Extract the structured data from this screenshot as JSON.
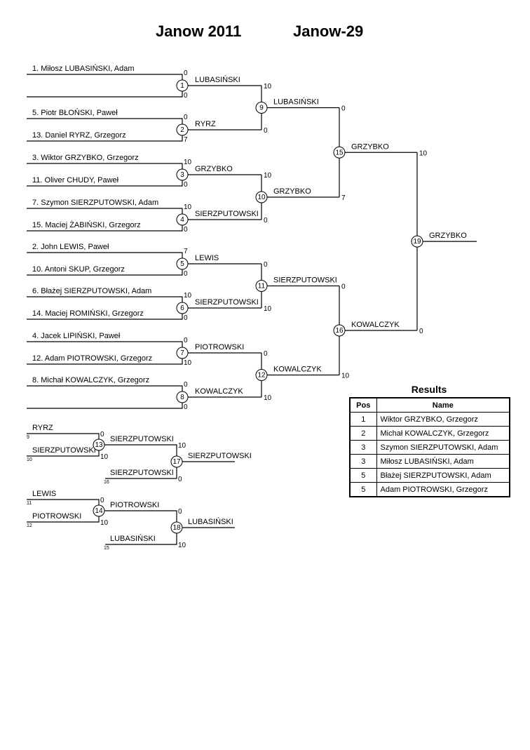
{
  "title": "Janow 2011",
  "event": "Janow-29",
  "players": [
    "1. Miłosz LUBASIŃSKI, Adam",
    "5. Piotr BŁOŃSKI, Paweł",
    "13. Daniel RYRZ, Grzegorz",
    "3. Wiktor GRZYBKO, Grzegorz",
    "11. Oliver CHUDY, Paweł",
    "7. Szymon SIERZPUTOWSKI, Adam",
    "15. Maciej ŻABIŃSKI, Grzegorz",
    "2. John LEWIS, Paweł",
    "10. Antoni SKUP, Grzegorz",
    "6. Błażej SIERZPUTOWSKI, Adam",
    "14. Maciej ROMIŃSKI, Grzegorz",
    "4. Jacek LIPIŃSKI, Paweł",
    "12. Adam PIOTROWSKI, Grzegorz",
    "8. Michał KOWALCZYK, Grzegorz"
  ],
  "matches": [
    {
      "num": "1",
      "winner": "LUBASIŃSKI",
      "score_top": "0",
      "score_bottom": "0"
    },
    {
      "num": "2",
      "winner": "RYRZ",
      "score_top": "0",
      "score_bottom": "7"
    },
    {
      "num": "3",
      "winner": "GRZYBKO",
      "score_top": "10",
      "score_bottom": "0"
    },
    {
      "num": "4",
      "winner": "SIERZPUTOWSKI",
      "score_top": "10",
      "score_bottom": "0"
    },
    {
      "num": "5",
      "winner": "LEWIS",
      "score_top": "7",
      "score_bottom": "0"
    },
    {
      "num": "6",
      "winner": "SIERZPUTOWSKI",
      "score_top": "10",
      "score_bottom": "0"
    },
    {
      "num": "7",
      "winner": "PIOTROWSKI",
      "score_top": "0",
      "score_bottom": "10"
    },
    {
      "num": "8",
      "winner": "KOWALCZYK",
      "score_top": "0",
      "score_bottom": "0"
    },
    {
      "num": "9",
      "winner": "LUBASIŃSKI",
      "score_top": "10",
      "score_bottom": "0"
    },
    {
      "num": "10",
      "winner": "GRZYBKO",
      "score_top": "10",
      "score_bottom": "0"
    },
    {
      "num": "11",
      "winner": "SIERZPUTOWSKI",
      "score_top": "0",
      "score_bottom": "10"
    },
    {
      "num": "12",
      "winner": "KOWALCZYK",
      "score_top": "0",
      "score_bottom": "10"
    },
    {
      "num": "15",
      "winner": "GRZYBKO",
      "score_top": "0",
      "score_bottom": "7"
    },
    {
      "num": "16",
      "winner": "KOWALCZYK",
      "score_top": "0",
      "score_bottom": "10"
    },
    {
      "num": "19",
      "winner": "GRZYBKO",
      "score_top": "10",
      "score_bottom": "0"
    }
  ],
  "repechage": {
    "m13": {
      "num": "13",
      "top_name": "RYRZ",
      "top_ref": "9",
      "bottom_name": "SIERZPUTOWSKI",
      "bottom_ref": "10",
      "score_top": "0",
      "score_bottom": "10",
      "winner": "SIERZPUTOWSKI"
    },
    "m17": {
      "num": "17",
      "bottom_name": "SIERZPUTOWSKI",
      "bottom_ref": "16",
      "score_top": "10",
      "score_bottom": "0",
      "winner": "SIERZPUTOWSKI"
    },
    "m14": {
      "num": "14",
      "top_name": "LEWIS",
      "top_ref": "11",
      "bottom_name": "PIOTROWSKI",
      "bottom_ref": "12",
      "score_top": "0",
      "score_bottom": "10",
      "winner": "PIOTROWSKI"
    },
    "m18": {
      "num": "18",
      "bottom_name": "LUBASIŃSKI",
      "bottom_ref": "15",
      "score_top": "0",
      "score_bottom": "10",
      "winner": "LUBASIŃSKI"
    }
  },
  "results": {
    "title": "Results",
    "headers": [
      "Pos",
      "Name"
    ],
    "rows": [
      {
        "pos": "1",
        "name": "Wiktor GRZYBKO, Grzegorz"
      },
      {
        "pos": "2",
        "name": "Michał KOWALCZYK, Grzegorz"
      },
      {
        "pos": "3",
        "name": "Szymon SIERZPUTOWSKI, Adam"
      },
      {
        "pos": "3",
        "name": "Miłosz LUBASIŃSKI, Adam"
      },
      {
        "pos": "5",
        "name": "Błażej SIERZPUTOWSKI, Adam"
      },
      {
        "pos": "5",
        "name": "Adam PIOTROWSKI, Grzegorz"
      }
    ]
  }
}
